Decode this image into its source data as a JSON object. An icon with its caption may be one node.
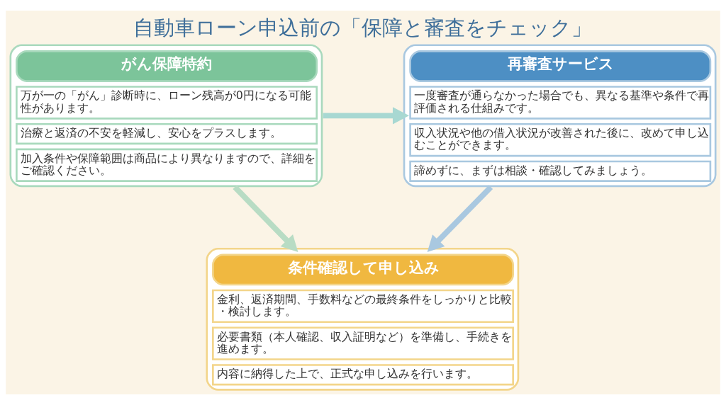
{
  "diagram": {
    "title": "自動車ローン申込前の「保障と審査をチェック」",
    "nodes": [
      {
        "text": [
          "がん保障特約",
          "万が一の「がん」診断時に、ローン残高が0円になる可能性があります。",
          "治療と返済の不安を軽減し、安心をプラスします。",
          "加入条件や保障範囲は商品により異なりますので、詳細をご確認ください。"
        ]
      },
      {
        "text": [
          "再審査サービス",
          "一度審査が通らなかった場合でも、異なる基準や条件で再評価される仕組みです。",
          "収入状況や他の借入状況が改善された後に、改めて申し込むことができます。",
          "諦めずに、まずは相談・確認してみましょう。"
        ]
      },
      {
        "text": [
          "条件確認して申し込み",
          "金利、返済期間、手数料などの最終条件をしっかりと比較・検討します。",
          "必要書類（本人確認、収入証明など）を準備し、手続きを進めます。",
          "内容に納得した上で、正式な申し込みを行います。"
        ]
      }
    ],
    "edges": [
      {
        "from": 0,
        "to": 1,
        "arrow": "to",
        "color": "#a8d8d2"
      },
      {
        "from": 0,
        "to": 2,
        "arrow": "to",
        "color": "#b8dcc4"
      },
      {
        "from": 1,
        "to": 2,
        "arrow": "to",
        "color": "#a9c8e0"
      }
    ]
  }
}
